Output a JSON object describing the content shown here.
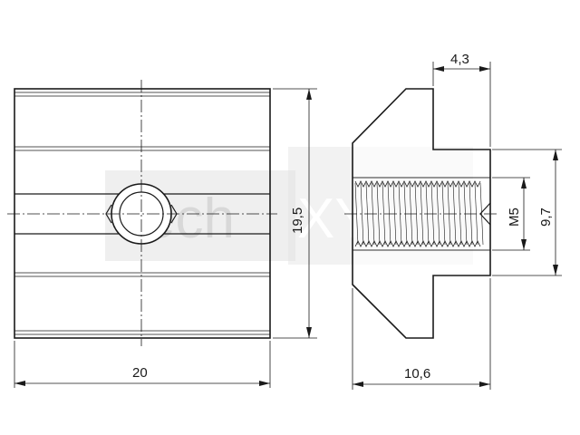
{
  "watermark": {
    "text_left": "Tech",
    "text_right": "XY",
    "color": "#d8d8d8"
  },
  "front_view": {
    "width_label": "20",
    "height_label": "19,5"
  },
  "side_view": {
    "top_label": "4,3",
    "thread_label": "M5",
    "height_label": "9,7",
    "width_label": "10,6"
  },
  "colors": {
    "line": "#1a1a1a",
    "background": "#ffffff"
  }
}
